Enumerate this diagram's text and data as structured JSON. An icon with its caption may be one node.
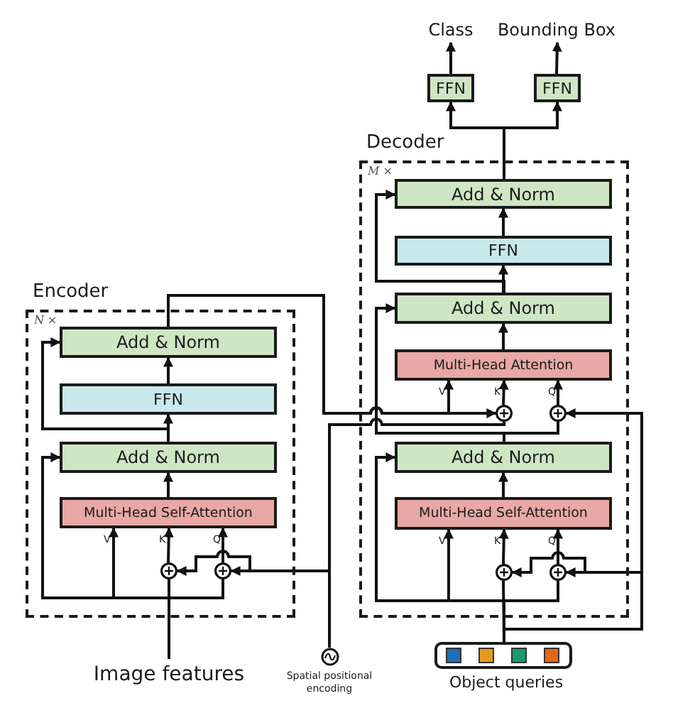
{
  "diagram": {
    "nodes": [
      {
        "text": [
          "Encoder",
          "N ×"
        ]
      },
      {
        "text": [
          "Add & Norm"
        ],
        "in": 0
      },
      {
        "text": [
          "FFN"
        ],
        "in": 0
      },
      {
        "text": [
          "Add & Norm"
        ],
        "in": 0
      },
      {
        "text": [
          "Multi-Head Self-Attention"
        ],
        "in": 0
      },
      {
        "text": [],
        "shape": "circle",
        "in": 0
      },
      {
        "text": [],
        "shape": "circle",
        "in": 0
      },
      {
        "text": [
          "Image features"
        ]
      },
      {
        "text": [
          "Spatial positional encoding"
        ]
      },
      {
        "text": [
          "Decoder",
          "M ×"
        ]
      },
      {
        "text": [
          "Add & Norm"
        ],
        "in": 9
      },
      {
        "text": [
          "FFN"
        ],
        "in": 9
      },
      {
        "text": [
          "Add & Norm"
        ],
        "in": 9
      },
      {
        "text": [
          "Multi-Head Attention"
        ],
        "in": 9
      },
      {
        "text": [],
        "shape": "circle",
        "in": 9
      },
      {
        "text": [],
        "shape": "circle",
        "in": 9
      },
      {
        "text": [
          "Add & Norm"
        ],
        "in": 9
      },
      {
        "text": [
          "Multi-Head Self-Attention"
        ],
        "in": 9
      },
      {
        "text": [],
        "shape": "circle",
        "in": 9
      },
      {
        "text": [],
        "shape": "circle",
        "in": 9
      },
      {
        "text": [
          "Object queries"
        ]
      },
      {
        "text": [
          "FFN"
        ]
      },
      {
        "text": [
          "FFN"
        ]
      },
      {
        "text": [
          "Class"
        ]
      },
      {
        "text": [
          "Bounding Box"
        ]
      }
    ],
    "edges": [
      {
        "from": 7,
        "to": 5,
        "arrow": "none"
      },
      {
        "from": 7,
        "to": 4,
        "arrow": "to"
      },
      {
        "from": 7,
        "to": 6,
        "arrow": "none"
      },
      {
        "from": 7,
        "to": 3,
        "arrow": "to"
      },
      {
        "from": 8,
        "to": 6,
        "arrow": "to"
      },
      {
        "from": 8,
        "to": 5,
        "arrow": "to"
      },
      {
        "from": 5,
        "to": 4,
        "arrow": "to"
      },
      {
        "from": 6,
        "to": 4,
        "arrow": "to"
      },
      {
        "from": 4,
        "to": 3,
        "arrow": "to"
      },
      {
        "from": 3,
        "to": 2,
        "arrow": "to"
      },
      {
        "from": 3,
        "to": 1,
        "arrow": "to"
      },
      {
        "from": 2,
        "to": 1,
        "arrow": "to"
      },
      {
        "from": 1,
        "to": 14,
        "arrow": "to"
      },
      {
        "from": 1,
        "to": 13,
        "arrow": "to"
      },
      {
        "from": 8,
        "to": 14,
        "arrow": "none"
      },
      {
        "from": 16,
        "to": 15,
        "arrow": "none"
      },
      {
        "from": 16,
        "to": 12,
        "arrow": "to"
      },
      {
        "from": 14,
        "to": 13,
        "arrow": "to"
      },
      {
        "from": 15,
        "to": 13,
        "arrow": "to"
      },
      {
        "from": 13,
        "to": 12,
        "arrow": "to"
      },
      {
        "from": 12,
        "to": 11,
        "arrow": "to"
      },
      {
        "from": 12,
        "to": 10,
        "arrow": "to"
      },
      {
        "from": 11,
        "to": 10,
        "arrow": "to"
      },
      {
        "from": 20,
        "to": 18,
        "arrow": "none"
      },
      {
        "from": 20,
        "to": 17,
        "arrow": "to"
      },
      {
        "from": 20,
        "to": 19,
        "arrow": "none"
      },
      {
        "from": 20,
        "to": 16,
        "arrow": "to"
      },
      {
        "from": 20,
        "to": 19,
        "arrow": "to"
      },
      {
        "from": 20,
        "to": 18,
        "arrow": "to"
      },
      {
        "from": 20,
        "to": 15,
        "arrow": "to"
      },
      {
        "from": 18,
        "to": 17,
        "arrow": "to"
      },
      {
        "from": 19,
        "to": 17,
        "arrow": "to"
      },
      {
        "from": 17,
        "to": 16,
        "arrow": "to"
      },
      {
        "from": 10,
        "to": 21,
        "arrow": "to"
      },
      {
        "from": 10,
        "to": 22,
        "arrow": "to"
      },
      {
        "from": 21,
        "to": 23,
        "arrow": "to"
      },
      {
        "from": 22,
        "to": 24,
        "arrow": "to"
      }
    ],
    "labels": [
      "V",
      "K",
      "Q",
      "V",
      "K",
      "Q",
      "V",
      "K",
      "Q"
    ]
  }
}
